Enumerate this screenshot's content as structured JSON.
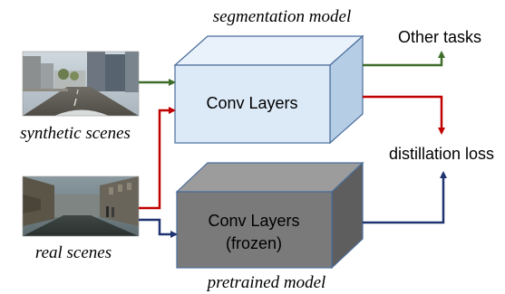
{
  "labels": {
    "segmentation_model": "segmentation model",
    "pretrained_model": "pretrained model",
    "synthetic_scenes": "synthetic scenes",
    "real_scenes": "real scenes",
    "other_tasks": "Other tasks",
    "distillation_loss": "distillation loss"
  },
  "boxes": {
    "segmentation_box": {
      "line1": "Conv Layers",
      "front_color": "#dce9f7",
      "top_color": "#e9f1fb",
      "side_color": "#b6cde6",
      "edge_color": "#4a6d9a"
    },
    "pretrained_box": {
      "line1": "Conv Layers",
      "line2": "(frozen)",
      "front_color": "#7a7a7a",
      "top_color": "#9c9c9c",
      "side_color": "#5e5e5e",
      "edge_color": "#4a6d9a"
    }
  },
  "arrow_colors": {
    "green": "#3f6e2a",
    "red": "#c00000",
    "navy": "#1f3470"
  },
  "images": {
    "synthetic_scene_icon": "street-scene-daylight",
    "real_scene_icon": "city-street-real"
  }
}
